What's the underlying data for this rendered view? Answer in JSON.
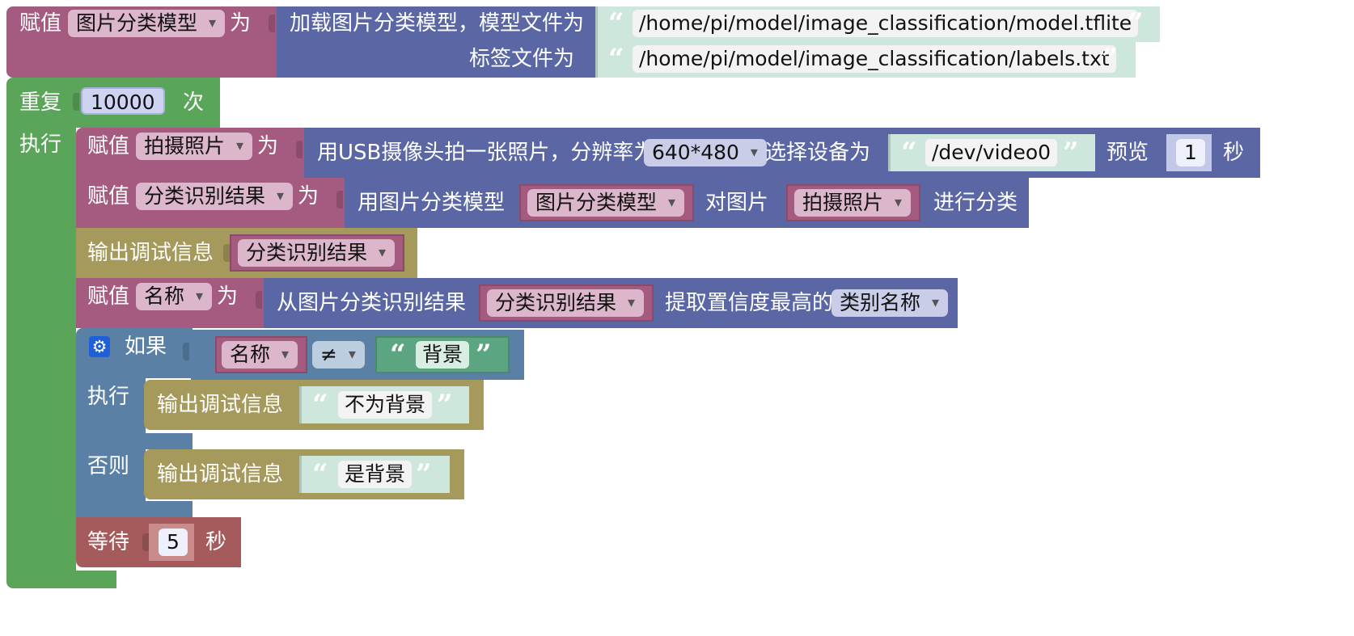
{
  "assign_model": {
    "keyword": "赋值",
    "variable": "图片分类模型",
    "as": "为",
    "load_label": "加载图片分类模型，模型文件为",
    "model_file": "/home/pi/model/image_classification/model.tflite",
    "labels_label": "标签文件为",
    "labels_file": "/home/pi/model/image_classification/labels.txt"
  },
  "repeat": {
    "keyword": "重复",
    "count": "10000",
    "times": "次",
    "do": "执行"
  },
  "capture": {
    "keyword": "赋值",
    "variable": "拍摄照片",
    "as": "为",
    "label": "用USB摄像头拍一张照片，分辨率为",
    "resolution": "640*480",
    "device_label": "选择设备为",
    "device": "/dev/video0",
    "preview_label": "预览",
    "preview_seconds": "1",
    "seconds": "秒"
  },
  "classify": {
    "keyword": "赋值",
    "variable": "分类识别结果",
    "as": "为",
    "label": "用图片分类模型",
    "model_var": "图片分类模型",
    "image_label": "对图片",
    "image_var": "拍摄照片",
    "end_label": "进行分类"
  },
  "debug1": {
    "label": "输出调试信息",
    "var": "分类识别结果"
  },
  "extract": {
    "keyword": "赋值",
    "variable": "名称",
    "as": "为",
    "label": "从图片分类识别结果",
    "result_var": "分类识别结果",
    "pick_label": "提取置信度最高的",
    "field": "类别名称"
  },
  "if_block": {
    "keyword": "如果",
    "left_var": "名称",
    "operator": "≠",
    "right_str": "背景",
    "do": "执行",
    "else": "否则",
    "do_debug_label": "输出调试信息",
    "do_debug_str": "不为背景",
    "else_debug_label": "输出调试信息",
    "else_debug_str": "是背景"
  },
  "wait": {
    "keyword": "等待",
    "seconds_value": "5",
    "seconds": "秒"
  },
  "colors": {
    "variables": "#a55b80",
    "ai": "#5b67a5",
    "loops": "#5ba55b",
    "output": "#a5995b",
    "logic": "#5b80a5",
    "time": "#a55b5b",
    "text": "#5ba580",
    "string_field": "#cde7dd"
  },
  "icons": {
    "gear": "gear-icon"
  }
}
